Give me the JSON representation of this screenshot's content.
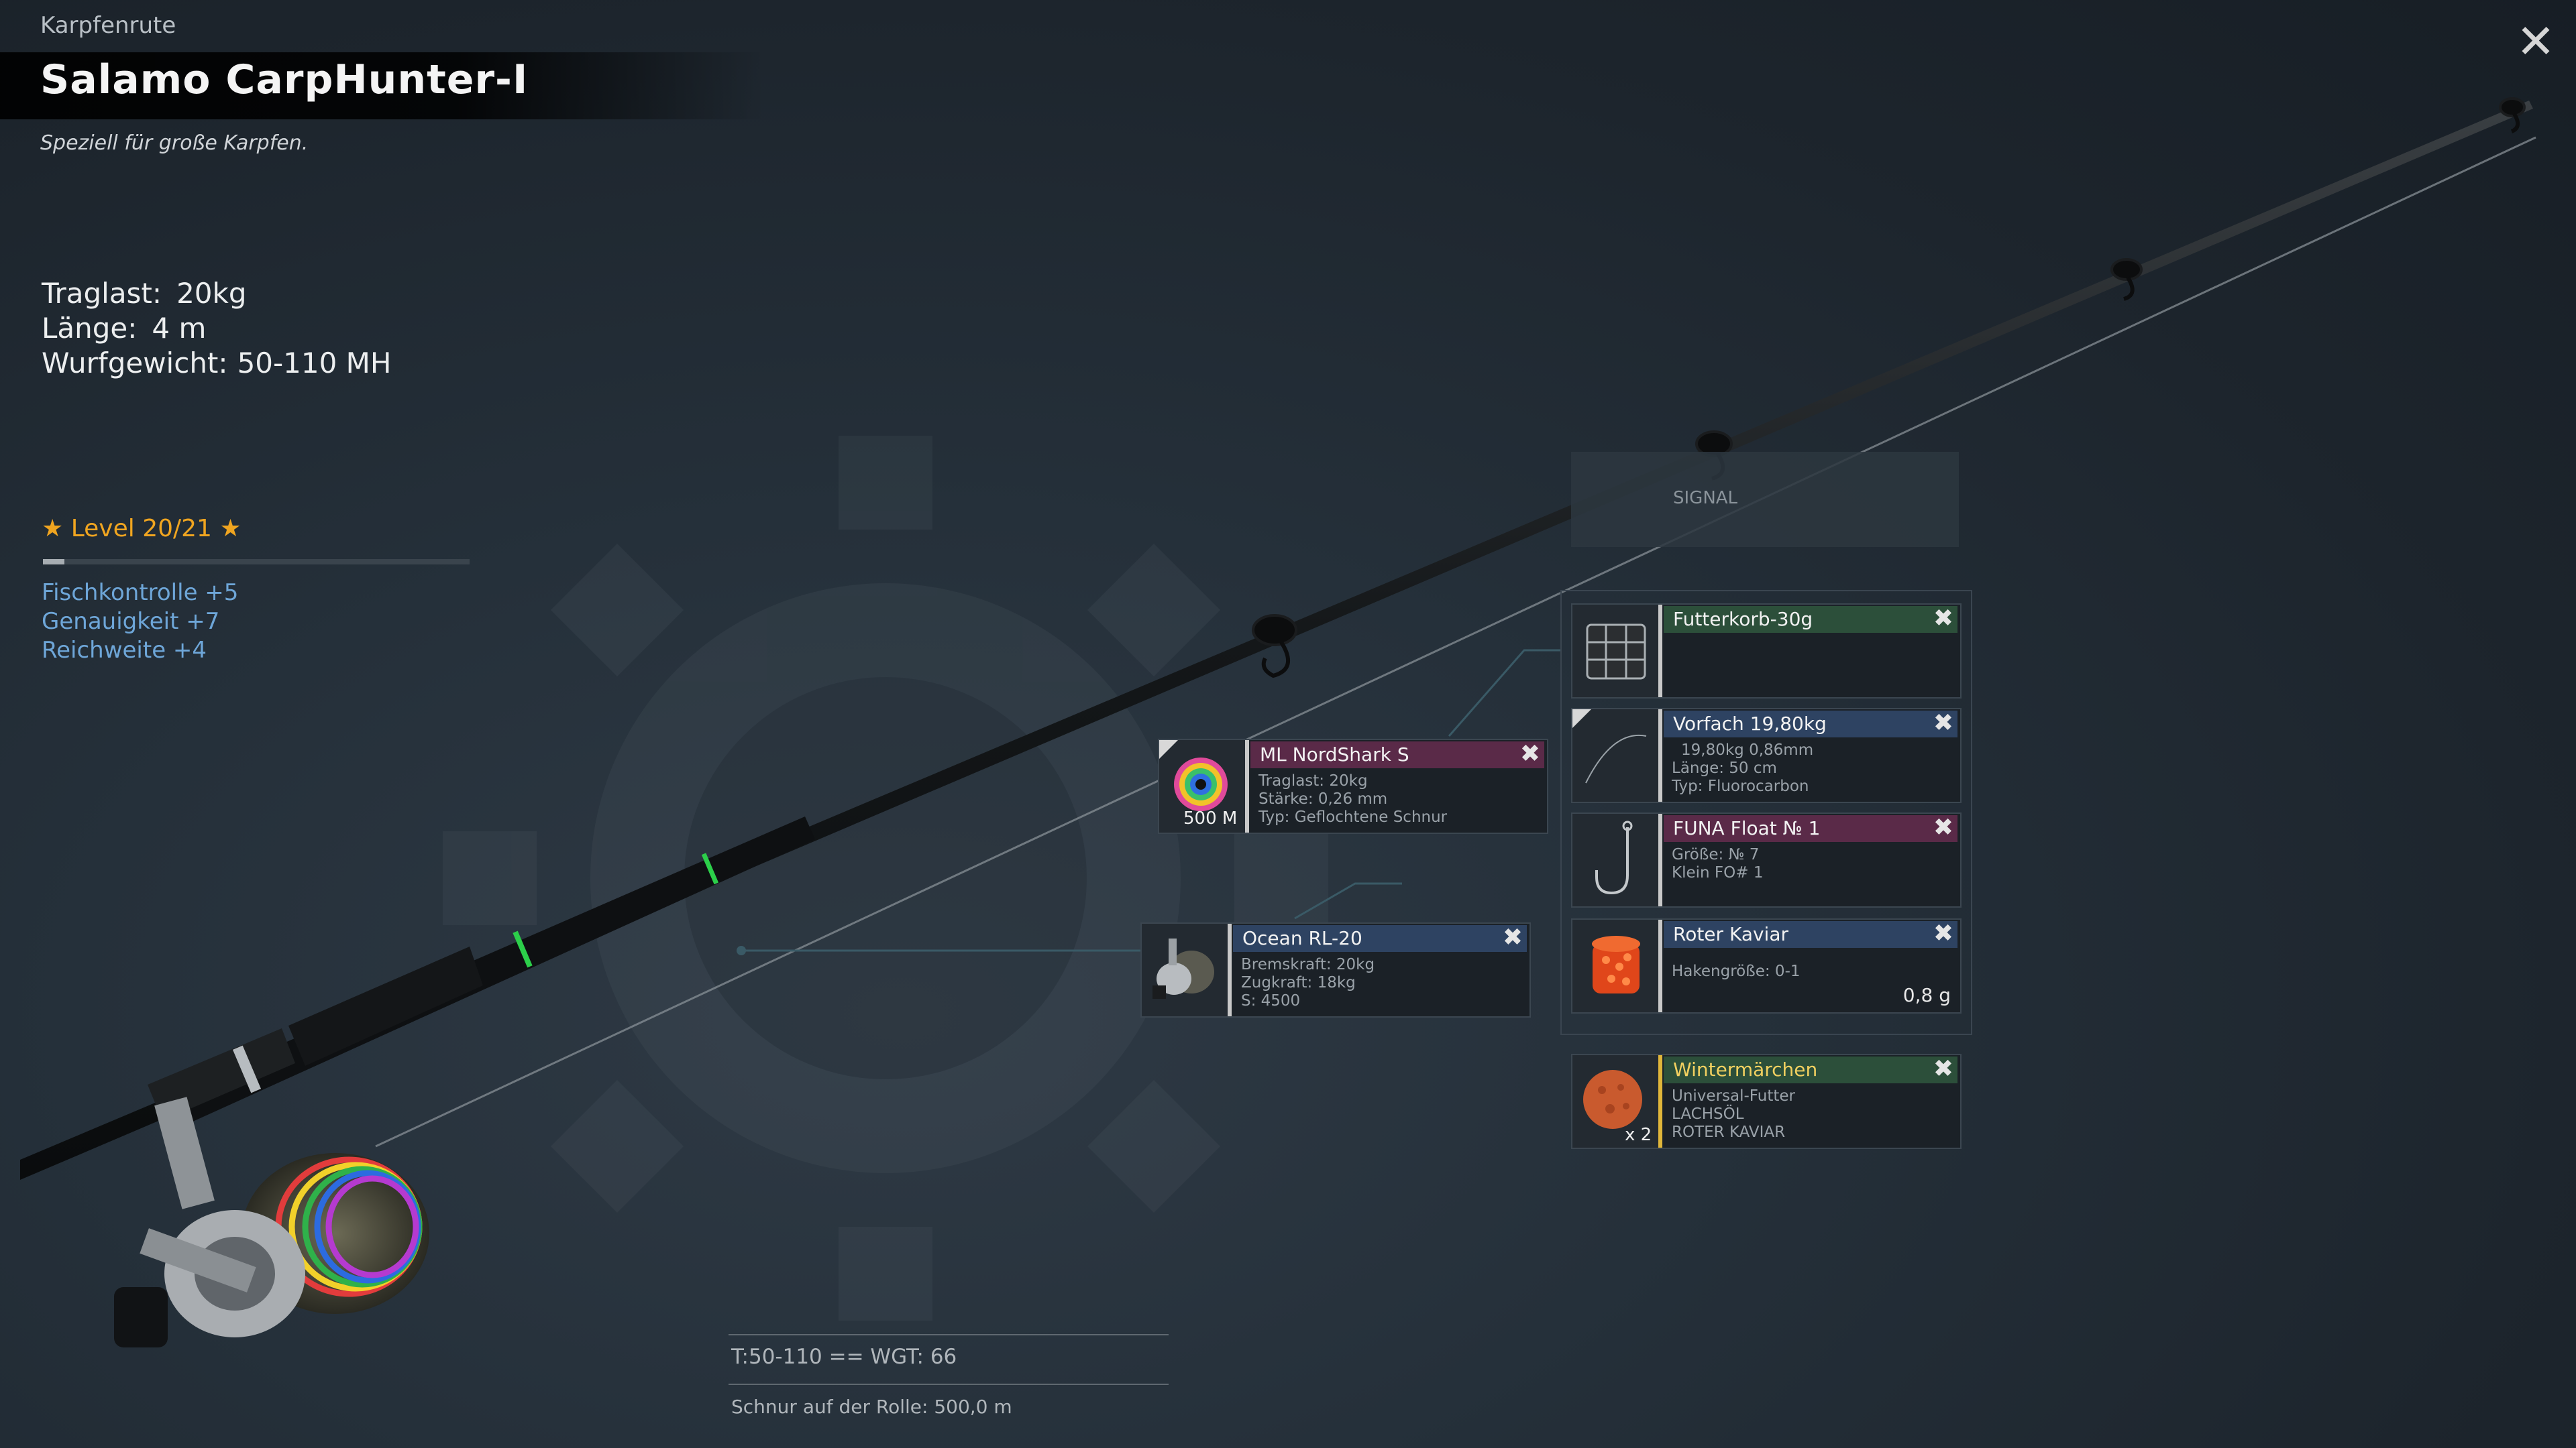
{
  "header": {
    "category": "Karpfenrute",
    "title": "Salamo CarpHunter-I",
    "subtitle": "Speziell für große Karpfen.",
    "close_symbol": "✕"
  },
  "stats": [
    {
      "label": "Traglast:",
      "value": "20kg"
    },
    {
      "label": "Länge:",
      "value": "4 m"
    },
    {
      "label": "Wurfgewicht:",
      "value": "50-110 MH"
    }
  ],
  "level": {
    "text": "★ Level 20/21 ★",
    "progress": 0.05
  },
  "bonuses": [
    "Fischkontrolle +5",
    "Genauigkeit +7",
    "Reichweite +4"
  ],
  "signal": {
    "label": "SIGNAL"
  },
  "line": {
    "name": "ML NordShark S",
    "amount": "500 M",
    "details": [
      "Traglast:   20kg",
      "Stärke:   0,26 mm",
      "Typ: Geflochtene Schnur"
    ]
  },
  "reel": {
    "name": "Ocean RL-20",
    "details": [
      "Bremskraft:   20kg",
      "Zugkraft:   18kg",
      "S: 4500"
    ]
  },
  "feeder": {
    "name": "Futterkorb-30g",
    "details": []
  },
  "leader": {
    "name": "Vorfach  19,80kg",
    "details": [
      "19,80kg   0,86mm",
      "Länge:   50 cm",
      "Typ: Fluorocarbon"
    ]
  },
  "hook": {
    "name": "FUNA Float № 1",
    "details": [
      "Größe: № 7",
      "Klein FO# 1"
    ]
  },
  "bait": {
    "name": "Roter Kaviar",
    "details": [
      "Hakengröße: 0-1"
    ],
    "weight": "0,8 g"
  },
  "groundbait": {
    "name": "Wintermärchen",
    "count": "x 2",
    "details": [
      "Universal-Futter",
      "LACHSÖL",
      "ROTER KAVIAR"
    ]
  },
  "footer": {
    "casting": "T:50-110   == WGT: 66",
    "line_on_reel": "Schnur auf der Rolle: 500,0 m"
  },
  "colors": {
    "level_gold": "#f0a520",
    "bonus_blue": "#6ea6d8",
    "header_purple": "#5a2a48",
    "header_blue": "#2e4362",
    "header_green": "#2c4f3a"
  }
}
